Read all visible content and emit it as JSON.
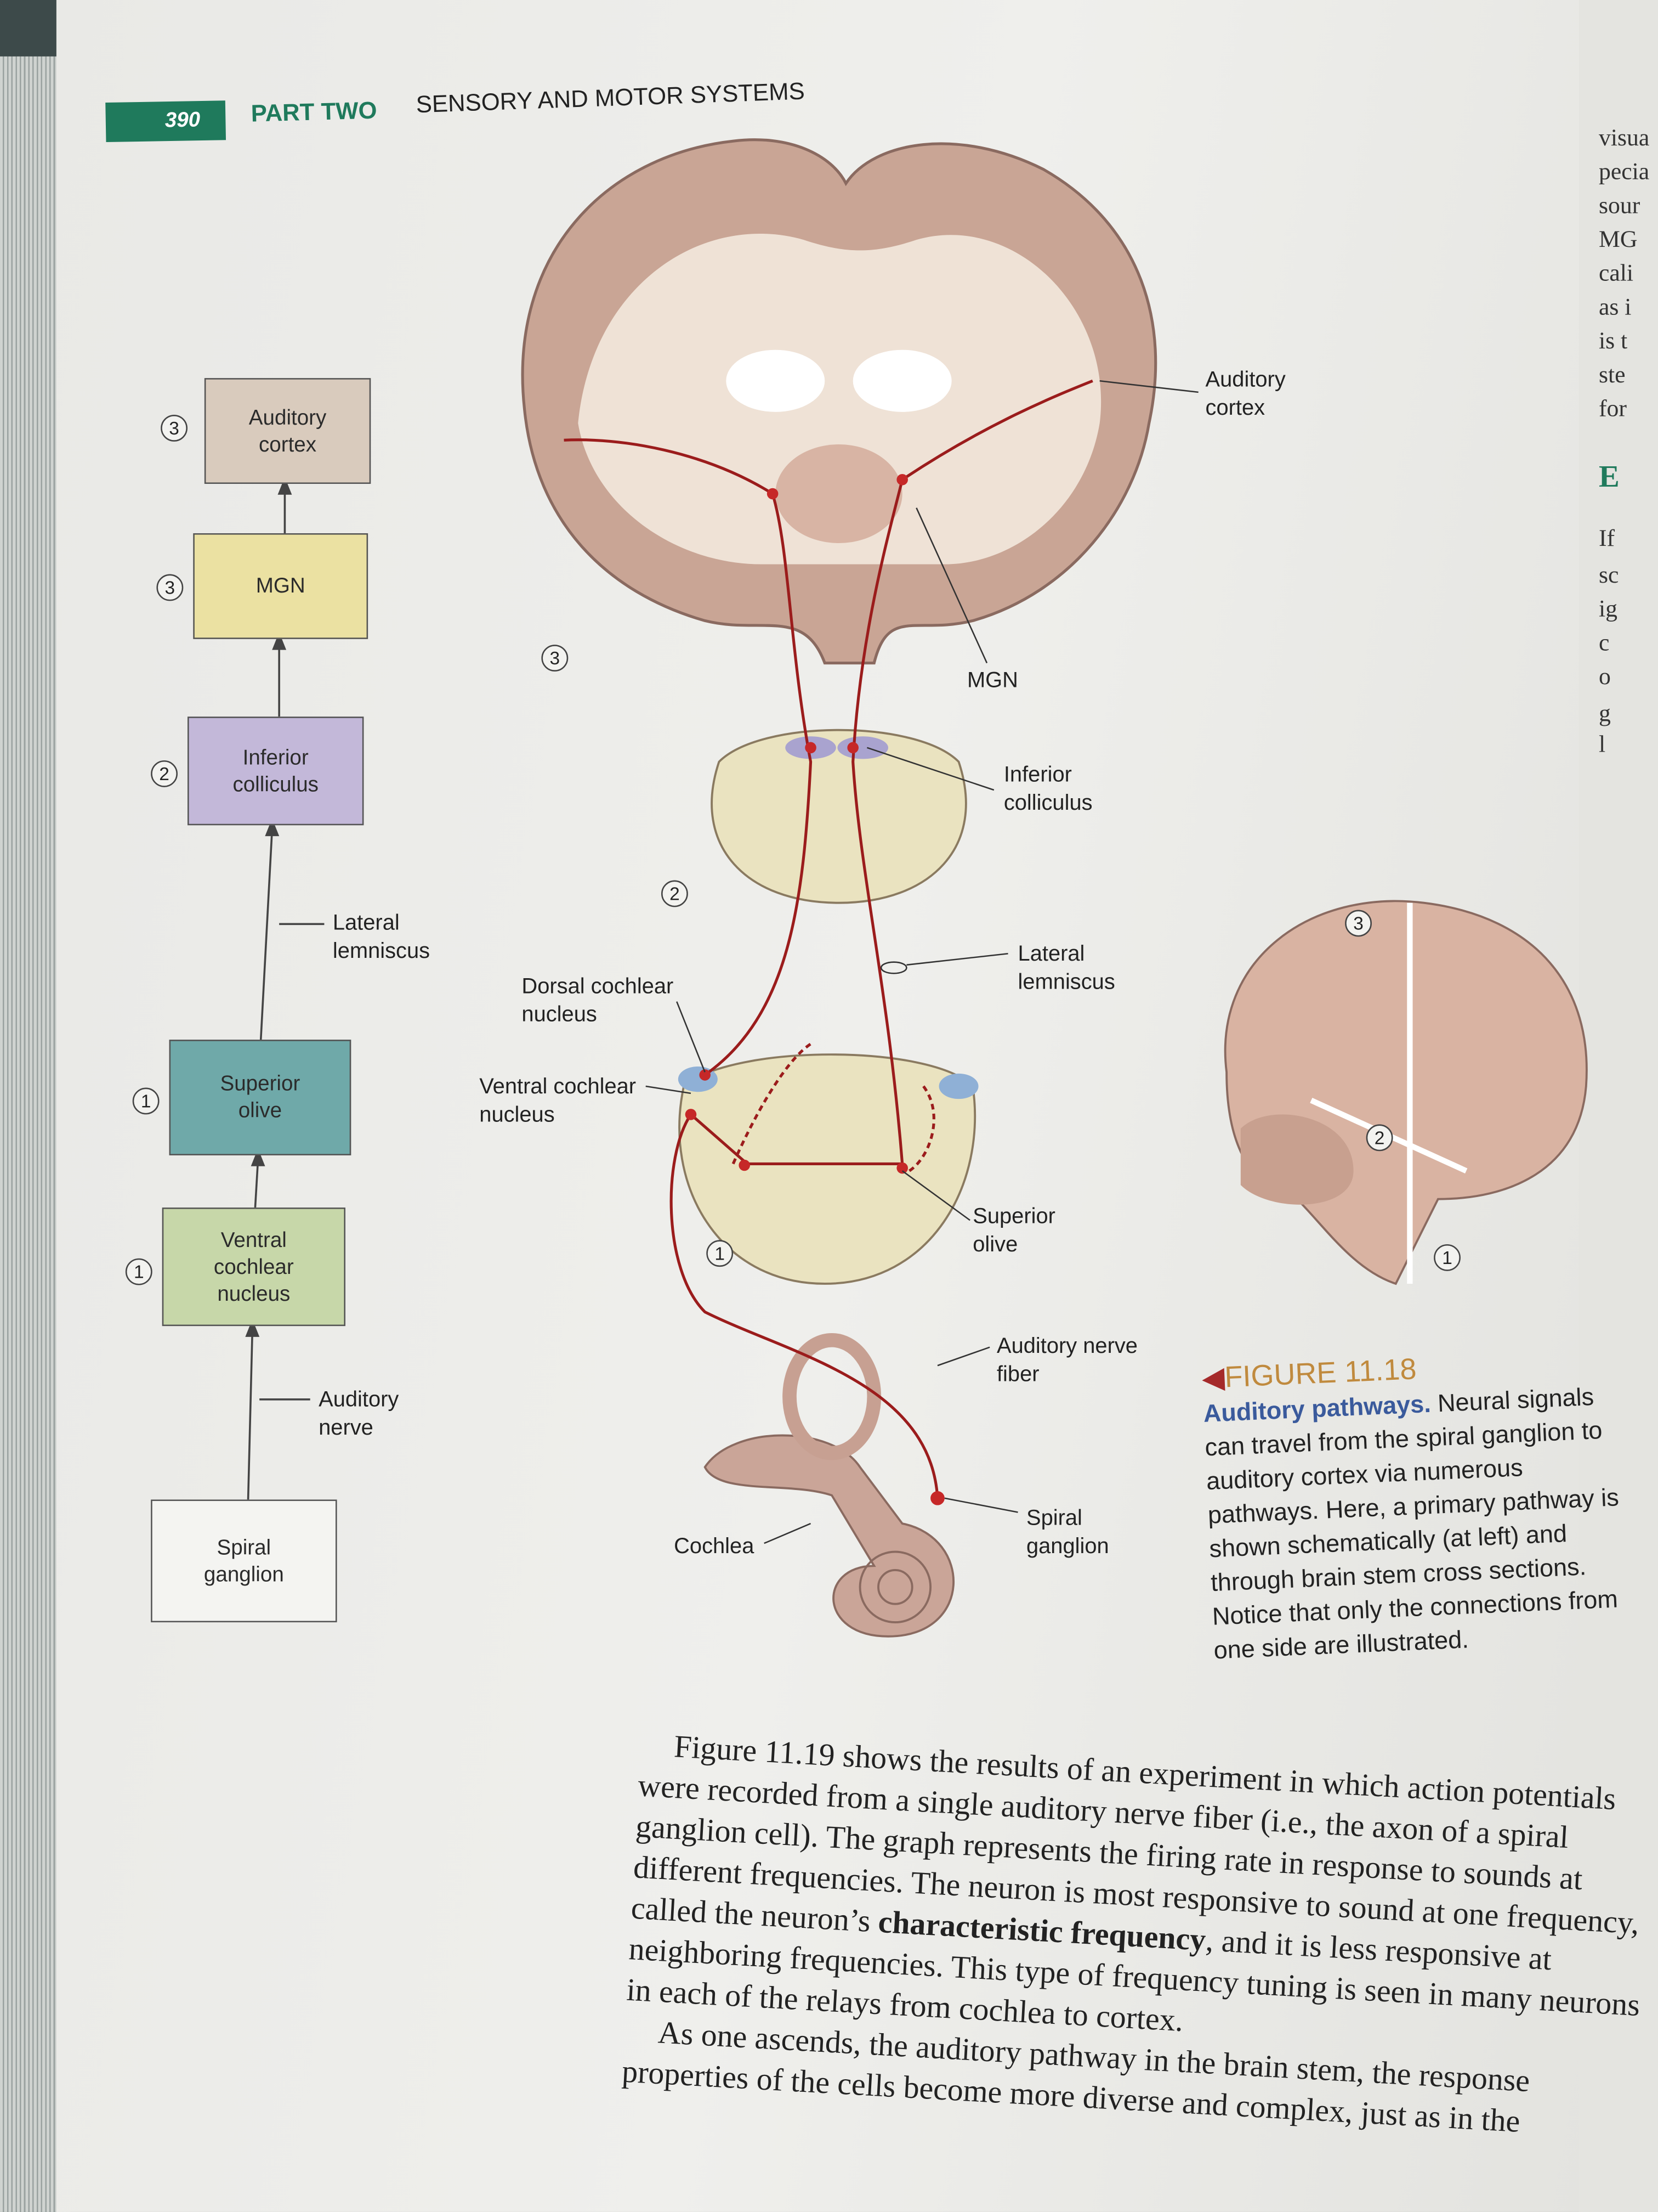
{
  "header": {
    "page_number": "390",
    "part": "PART TWO",
    "section": "SENSORY AND MOTOR SYSTEMS"
  },
  "flowchart": {
    "boxes": [
      {
        "label": "Auditory\ncortex",
        "level": "3",
        "color": "#d9cbbd"
      },
      {
        "label": "MGN",
        "level": "3",
        "color": "#ebe1a2"
      },
      {
        "label": "Inferior\ncolliculus",
        "level": "2",
        "color": "#c3b8d9"
      },
      {
        "label": "Superior\nolive",
        "level": "1",
        "color": "#6fa9a9"
      },
      {
        "label": "Ventral\ncochlear\nnucleus",
        "level": "1",
        "color": "#c7d7a9"
      },
      {
        "label": "Spiral\nganglion",
        "level": "",
        "color": "#f4f4f1"
      }
    ],
    "side_labels": [
      "Lateral\nlemniscus",
      "Auditory\nnerve"
    ]
  },
  "illustration": {
    "labels": {
      "auditory_cortex": "Auditory\ncortex",
      "mgn": "MGN",
      "inferior_colliculus": "Inferior\ncolliculus",
      "lateral_lemniscus": "Lateral\nlemniscus",
      "dorsal_cochlear": "Dorsal cochlear\nnucleus",
      "ventral_cochlear": "Ventral cochlear\nnucleus",
      "superior_olive": "Superior\nolive",
      "auditory_nerve_fiber": "Auditory nerve\nfiber",
      "spiral_ganglion": "Spiral\nganglion",
      "cochlea": "Cochlea"
    },
    "levels": [
      "3",
      "2",
      "1"
    ],
    "brain_levels": [
      "3",
      "2",
      "1"
    ],
    "pathway_color": "#9b1c1c"
  },
  "caption": {
    "figure": "FIGURE 11.18",
    "title": "Auditory pathways.",
    "text": " Neural signals can travel from the spiral ganglion to auditory cortex via numerous pathways. Here, a primary pathway is shown schematically (at left) and through brain stem cross sections. Notice that only the connections from one side are illustrated."
  },
  "body": {
    "p1_a": "Figure 11.19 shows the results of an experiment in which action potentials were recorded from a single auditory nerve fiber (i.e., the axon of a spiral ganglion cell). The graph represents the firing rate in response to sounds at different frequencies. The neuron is most responsive to sound at one frequency, called the neuron’s ",
    "p1_bold": "characteristic frequency",
    "p1_b": ", and it is less responsive at neighboring frequencies. This type of frequency tuning is seen in many neurons in each of the relays from cochlea to cortex.",
    "p2": "As one ascends, the auditory pathway in the brain stem, the response properties of the cells become more diverse and complex, just as in the"
  },
  "facing_page": {
    "fragments": [
      "visua",
      "pecia",
      "sour",
      "MG",
      "cali",
      "as i",
      "is t",
      "ste",
      "for",
      "E",
      "If",
      "sc",
      "ig",
      "c",
      "o",
      "g",
      "l"
    ]
  }
}
